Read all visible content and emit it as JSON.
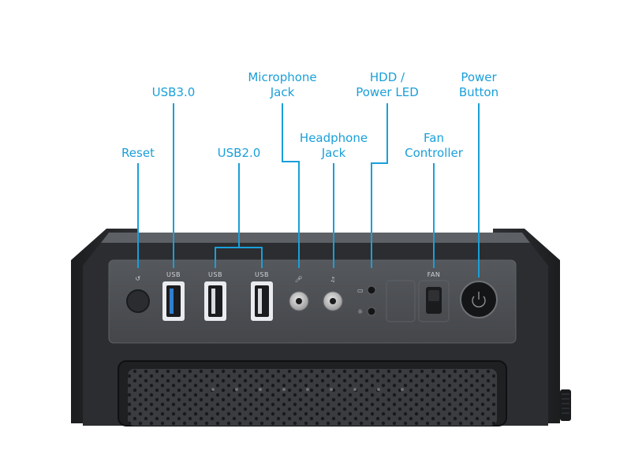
{
  "callouts": {
    "reset": "Reset",
    "usb3": "USB3.0",
    "usb2": "USB2.0",
    "microphone_line1": "Microphone",
    "microphone_line2": "Jack",
    "headphone_line1": "Headphone",
    "headphone_line2": "Jack",
    "hdd_line1": "HDD /",
    "hdd_line2": "Power LED",
    "fan_line1": "Fan",
    "fan_line2": "Controller",
    "power_line1": "Power",
    "power_line2": "Button"
  },
  "panel": {
    "usb3_label": "USB",
    "usb2a_label": "USB",
    "usb2b_label": "USB",
    "fan_label": "FAN"
  },
  "colors": {
    "callout": "#1a9fd9",
    "case_body": "#2b2d30",
    "panel_top": "#4a4c50",
    "usb3_accent": "#2f7fd0"
  }
}
